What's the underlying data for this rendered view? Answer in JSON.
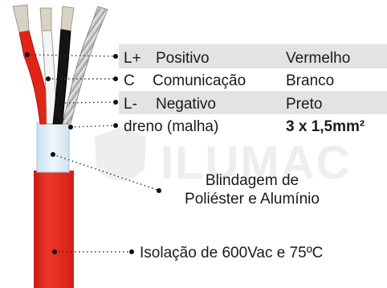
{
  "table": {
    "rows": [
      {
        "code": "L+",
        "name": "Positivo",
        "color_name": "Vermelho",
        "shaded": true
      },
      {
        "code": "C",
        "name": "Comunicação",
        "color_name": "Branco",
        "shaded": false
      },
      {
        "code": "L-",
        "name": "Negativo",
        "color_name": "Preto",
        "shaded": true
      }
    ],
    "drain": {
      "name": "dreno (malha)",
      "spec": "3 x 1,5mm²"
    }
  },
  "shield": {
    "line1": "Blindagem de",
    "line2": "Poliéster e Alumínio"
  },
  "insulation": {
    "label": "Isolação de 600Vac e 75ºC"
  },
  "watermark": {
    "text": "ILUMAC"
  },
  "colors": {
    "jacket_red": "#e8251c",
    "conductor_red": "#e02418",
    "conductor_black": "#141414",
    "conductor_white": "#f4f4f4",
    "shield_blue": "#dfeef8",
    "row_shade": "#e3e3e3"
  }
}
